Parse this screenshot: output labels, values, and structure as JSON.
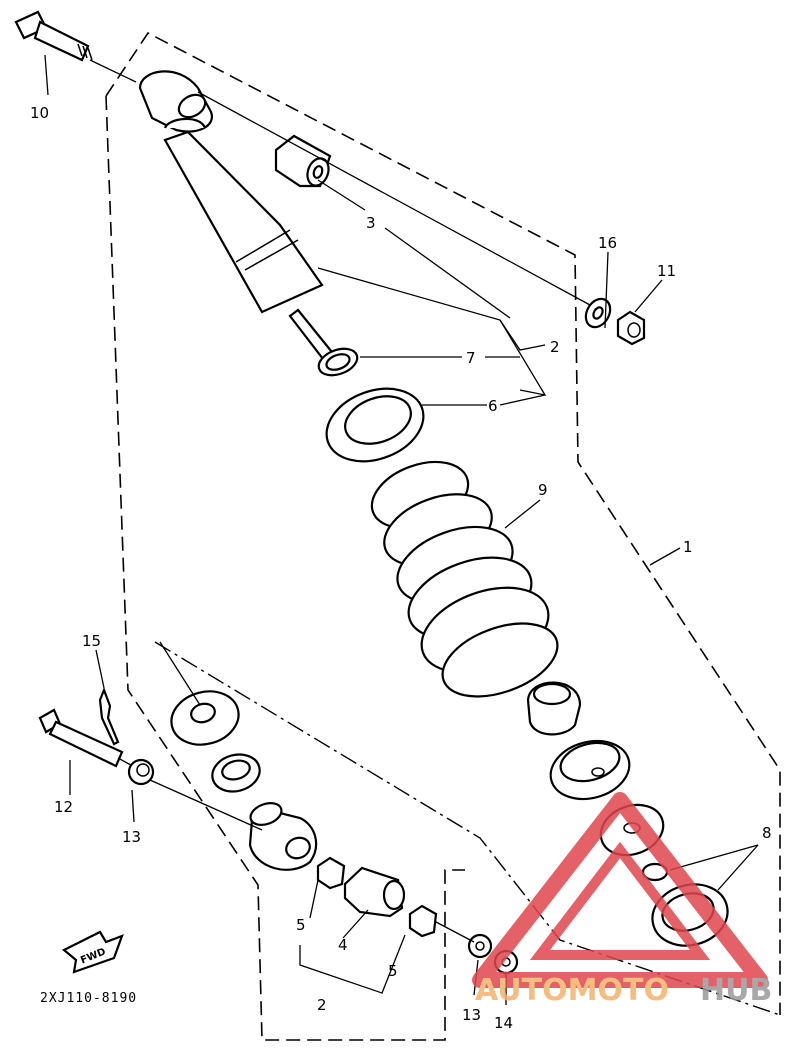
{
  "drawing_code": "2XJ110-8190",
  "fwd_label": "FWD",
  "watermark": {
    "text_a": "AUTOMOTO",
    "text_b": "HUB",
    "color_a": "#f5b26b",
    "color_b": "#9a9a9a",
    "logo_color": "#e0464e"
  },
  "callouts": {
    "p1": "1",
    "p2a": "2",
    "p2b": "2",
    "p3": "3",
    "p4": "4",
    "p5a": "5",
    "p5b": "5",
    "p6": "6",
    "p7": "7",
    "p8": "8",
    "p9": "9",
    "p10": "10",
    "p11": "11",
    "p12": "12",
    "p13a": "13",
    "p13b": "13",
    "p14": "14",
    "p15": "15",
    "p16": "16"
  }
}
